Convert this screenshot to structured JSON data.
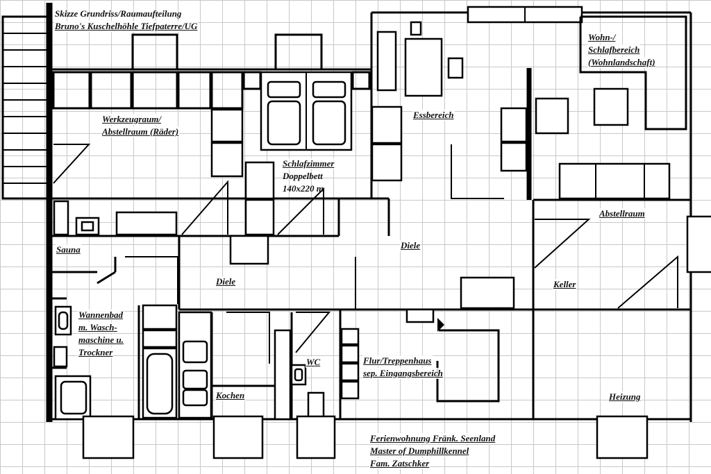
{
  "header": {
    "line1": "Skizze Grundriss/Raumaufteilung",
    "line2": "Bruno's Kuschelhöhle Tiefpaterre/UG"
  },
  "rooms": {
    "werkzeug": {
      "line1": "Werkzeugraum/",
      "line2": "Abstellraum (Räder)"
    },
    "schlaf": {
      "line1": "Schlafzimmer",
      "line2": "Doppelbett",
      "line3": "140x220 m"
    },
    "ess": "Essbereich",
    "wohn": {
      "line1": "Wohn-/",
      "line2": "Schlafbereich",
      "line3": "(Wohnlandschaft)"
    },
    "abstell": "Abstellraum",
    "sauna": "Sauna",
    "diele_left": "Diele",
    "diele_center": "Diele",
    "keller": "Keller",
    "wannenbad": {
      "line1": "Wannenbad",
      "line2": "m. Wasch-",
      "line3": "maschine u.",
      "line4": "Trockner"
    },
    "wc": "WC",
    "flur": {
      "line1": "Flur/Treppenhaus",
      "line2": "sep. Eingangsbereich"
    },
    "kochen": "Kochen",
    "heizung": "Heizung"
  },
  "footer": {
    "line1": "Ferienwohnung Fränk. Seenland",
    "line2": "Master of Dumphillkennel",
    "line3": "Fam. Zatschker"
  }
}
